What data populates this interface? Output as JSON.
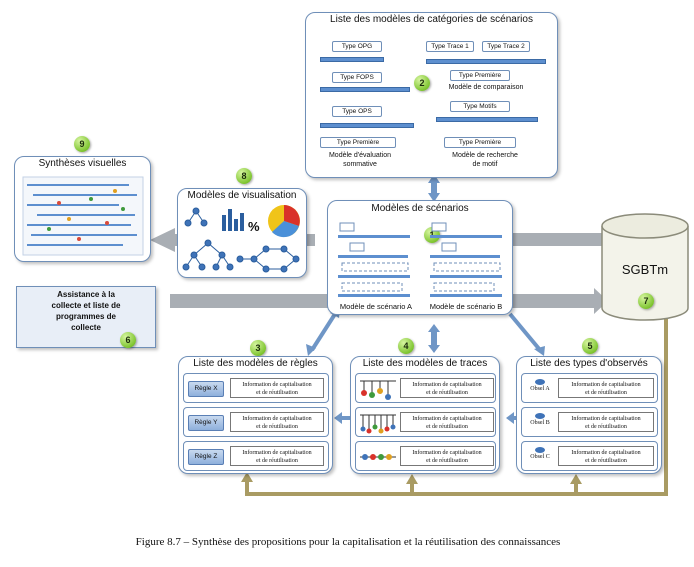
{
  "categories_panel": {
    "title": "Liste des modèles de catégories de scénarios",
    "number": "2",
    "type_opg": "Type OPG",
    "type_fops": "Type FOPS",
    "type_ops": "Type OPS",
    "type_premiere_left": "Type Première",
    "eval_label_1": "Modèle d'évaluation",
    "eval_label_2": "sommative",
    "type_trace_1": "Type Trace 1",
    "type_trace_2": "Type Trace 2",
    "type_premiere_mid": "Type Première",
    "comparison_label": "Modèle de comparaison",
    "type_motifs": "Type Motifs",
    "type_premiere_right": "Type Première",
    "search_label_1": "Modèle de recherche",
    "search_label_2": "de motif"
  },
  "syntheses_panel": {
    "title": "Synthèses visuelles",
    "number": "9"
  },
  "visualisation_panel": {
    "title": "Modèles de visualisation",
    "number": "8",
    "percent": "%"
  },
  "scenarios_panel": {
    "title": "Modèles de scénarios",
    "number": "1",
    "label_a": "Modèle de scénario A",
    "label_b": "Modèle de scénario B"
  },
  "sgbtm": {
    "label": "SGBTm",
    "number": "7"
  },
  "assistance_panel": {
    "line1": "Assistance à la",
    "line2": "collecte et liste de",
    "line3": "programmes de",
    "line4": "collecte",
    "number": "6"
  },
  "rules_panel": {
    "title": "Liste des modèles de règles",
    "number": "3",
    "rows": [
      {
        "tag": "Règle X",
        "info1": "Information de capitalisation",
        "info2": "et de réutilisation"
      },
      {
        "tag": "Règle Y",
        "info1": "Information de capitalisation",
        "info2": "et de réutilisation"
      },
      {
        "tag": "Règle Z",
        "info1": "Information de capitalisation",
        "info2": "et de réutilisation"
      }
    ]
  },
  "traces_panel": {
    "title": "Liste des modèles de traces",
    "number": "4",
    "rows": [
      {
        "info1": "Information de capitalisation",
        "info2": "et de réutilisation"
      },
      {
        "info1": "Information de capitalisation",
        "info2": "et de réutilisation"
      },
      {
        "info1": "Information de capitalisation",
        "info2": "et de réutilisation"
      }
    ]
  },
  "observed_panel": {
    "title": "Liste des types d'observés",
    "number": "5",
    "rows": [
      {
        "tag": "Obsel A",
        "info1": "Information de capitalisation",
        "info2": "et de réutilisation"
      },
      {
        "tag": "Obsel B",
        "info1": "Information de capitalisation",
        "info2": "et de réutilisation"
      },
      {
        "tag": "Obsel C",
        "info1": "Information de capitalisation",
        "info2": "et de réutilisation"
      }
    ]
  },
  "caption": "Figure 8.7 – Synthèse des propositions pour la capitalisation et la réutilisation des connaissances",
  "colors": {
    "arrow_gray": "#a9aeb4",
    "arrow_blue": "#6f96c6",
    "feedback": "#a99b63",
    "border": "#6f8fb8",
    "number_green": "#7fc531"
  }
}
